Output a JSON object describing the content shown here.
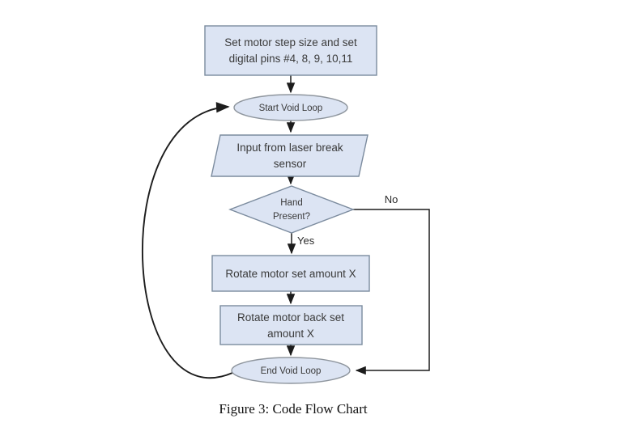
{
  "figure": {
    "caption": "Figure 3: Code Flow Chart"
  },
  "flowchart": {
    "colors": {
      "node_fill": "#dce4f3",
      "node_border": "#7b8b9e",
      "terminator_border": "#8f969e",
      "connector": "#1c1c1c",
      "node_text": "#3a3a3a"
    },
    "nodes": {
      "setup": {
        "shape": "process-rectangle",
        "line1": "Set motor step size and set",
        "line2": "digital pins #4, 8, 9, 10,11"
      },
      "start_loop": {
        "shape": "terminator-ellipse",
        "label": "Start Void Loop"
      },
      "laser_input": {
        "shape": "io-parallelogram",
        "line1": "Input from laser break",
        "line2": "sensor"
      },
      "hand_present": {
        "shape": "decision-diamond",
        "line1": "Hand",
        "line2": "Present?"
      },
      "rotate_motor": {
        "shape": "process-rectangle",
        "label": "Rotate motor set amount X"
      },
      "rotate_back": {
        "shape": "process-rectangle",
        "line1": "Rotate motor back set",
        "line2": "amount X"
      },
      "end_loop": {
        "shape": "terminator-ellipse",
        "label": "End Void Loop"
      }
    },
    "edge_labels": {
      "yes": "Yes",
      "no": "No"
    }
  }
}
